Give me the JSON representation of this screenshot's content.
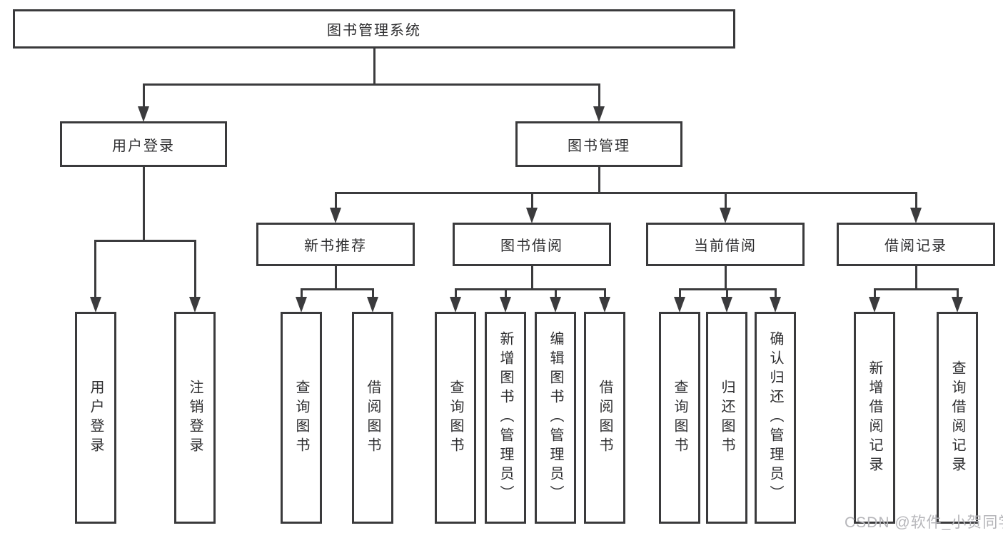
{
  "diagram": {
    "root": {
      "label": "图书管理系统"
    },
    "level2": [
      {
        "label": "用户登录"
      },
      {
        "label": "图书管理"
      }
    ],
    "level3": [
      {
        "label": "新书推荐"
      },
      {
        "label": "图书借阅"
      },
      {
        "label": "当前借阅"
      },
      {
        "label": "借阅记录"
      }
    ],
    "leaves": {
      "login": [
        "用户登录",
        "注销登录"
      ],
      "new_books": [
        "查询图书",
        "借阅图书"
      ],
      "borrow": [
        "查询图书",
        "新增图书（管理员）",
        "编辑图书（管理员）",
        "借阅图书"
      ],
      "current": [
        "查询图书",
        "归还图书",
        "确认归还（管理员）"
      ],
      "records": [
        "新增借阅记录",
        "查询借阅记录"
      ]
    },
    "colors": {
      "line": "#3b3b3d",
      "box_border": "#3a3a3c",
      "text": "#2e2e30",
      "background": "#ffffff",
      "watermark": "#b6b6ba"
    }
  },
  "watermark": {
    "text": "CSDN @软件_小贺同学"
  }
}
